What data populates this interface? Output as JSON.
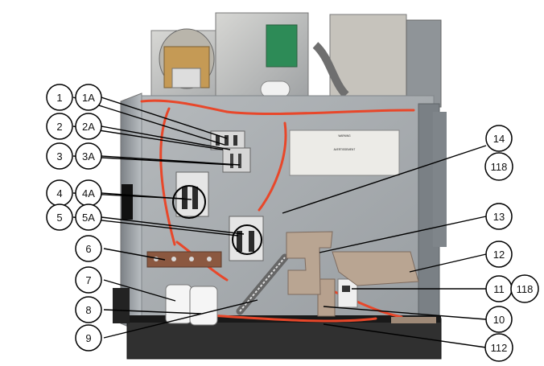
{
  "callouts_left": [
    "1",
    "1A",
    "2",
    "2A",
    "3",
    "3A",
    "4",
    "4A",
    "5",
    "5A",
    "6",
    "7",
    "8",
    "9"
  ],
  "callouts_right": [
    "14",
    "118",
    "13",
    "12",
    "11",
    "118",
    "10",
    "112"
  ],
  "label_text": {
    "title": "WARNING",
    "subtitle": "AVERTISSEMENT"
  },
  "colors": {
    "panel": "#a9aeb1",
    "panel_dark": "#8c9195",
    "chassis": "#2a2a2a",
    "wire": "#e8472a",
    "bracket": "#b8a592",
    "circle_stroke": "#000000"
  }
}
